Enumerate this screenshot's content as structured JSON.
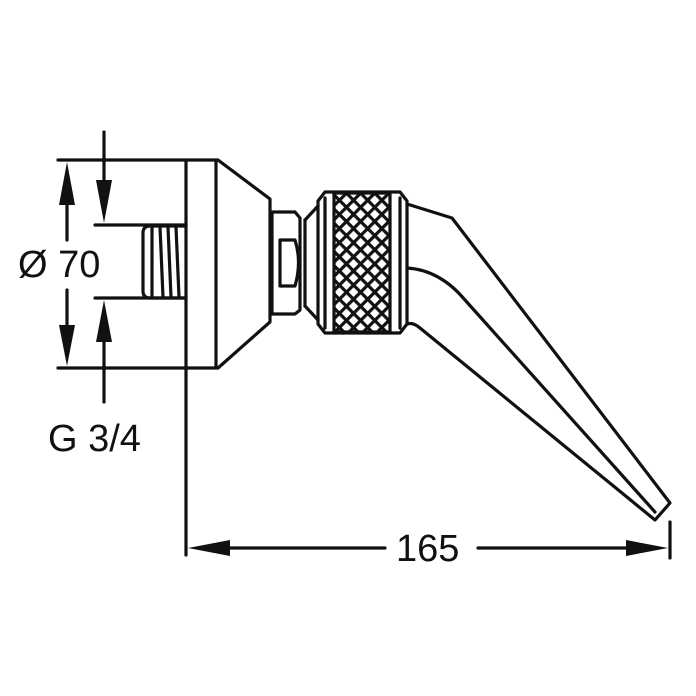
{
  "drawing": {
    "type": "technical-dimension-drawing",
    "subject": "wall-mounted shower/tap outlet with knurled nut and angled spout",
    "line_color": "#111111",
    "background": "#ffffff"
  },
  "dimensions": {
    "diameter": {
      "label": "Ø 70",
      "symbol": "Ø",
      "value": "70"
    },
    "thread": {
      "label": "G 3/4"
    },
    "length": {
      "label": "165",
      "value": "165"
    }
  }
}
